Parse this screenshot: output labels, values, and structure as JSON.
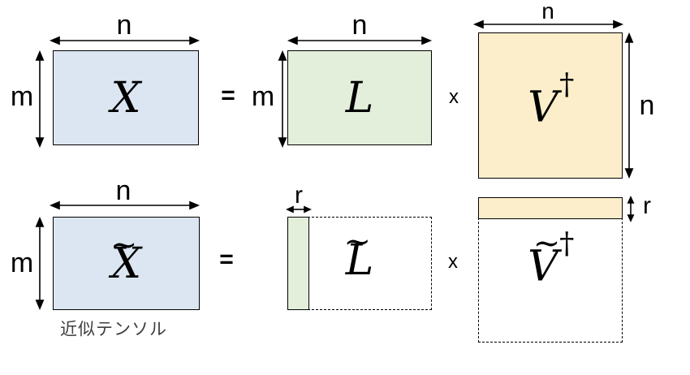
{
  "colors": {
    "blue": "#dbe6f2",
    "green": "#e3efda",
    "orange": "#fdeecb",
    "stroke": "#000000",
    "caption_gray": "#3f3f3f"
  },
  "top_row": {
    "x_matrix": {
      "symbol": "X",
      "top_label": "n",
      "left_label": "m"
    },
    "equals": "=",
    "l_matrix": {
      "symbol": "L",
      "top_label": "n",
      "left_label": "m"
    },
    "times": "x",
    "v_matrix": {
      "symbol": "V",
      "dagger": "†",
      "top_label": "n",
      "right_label": "n"
    }
  },
  "bottom_row": {
    "x_matrix": {
      "symbol": "X",
      "tilde": "~",
      "top_label": "n",
      "left_label": "m",
      "caption": "近似テンソル"
    },
    "equals": "=",
    "l_matrix": {
      "symbol": "L",
      "tilde": "~",
      "rank_label": "r"
    },
    "times": "x",
    "v_matrix": {
      "symbol": "V",
      "tilde": "~",
      "dagger": "†",
      "rank_label": "r"
    }
  }
}
